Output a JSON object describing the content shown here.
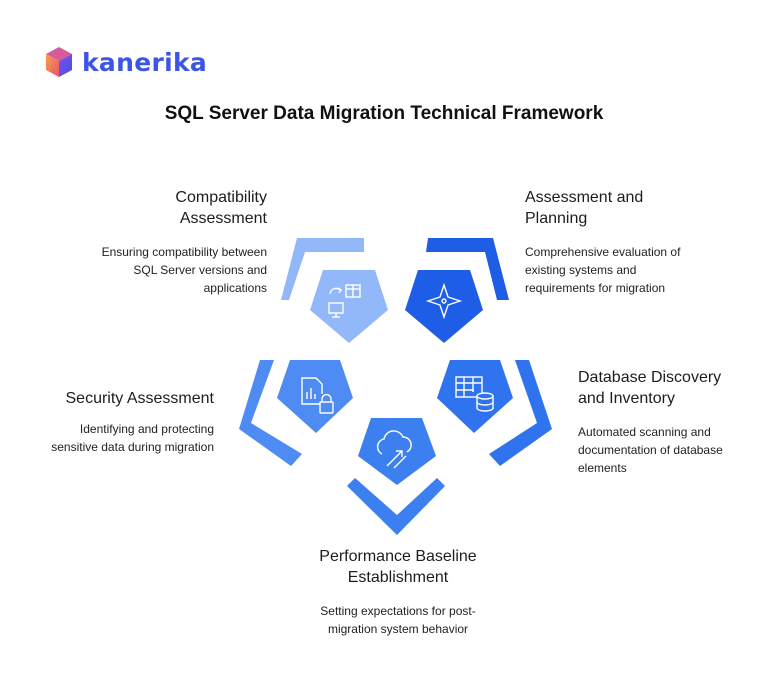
{
  "brand": {
    "name": "kanerika"
  },
  "title": "SQL Server Data Migration Technical Framework",
  "steps": [
    {
      "heading_lines": [
        "Compatibility",
        "Assessment"
      ],
      "desc_lines": [
        "Ensuring compatibility between",
        "SQL Server versions and",
        "applications"
      ],
      "icon": "transfer-table-monitor-icon",
      "color": "#93b8fa"
    },
    {
      "heading_lines": [
        "Assessment and",
        "Planning"
      ],
      "desc_lines": [
        "Comprehensive evaluation of",
        "existing systems and",
        "requirements for migration"
      ],
      "icon": "compass-star-icon",
      "color": "#1e5ee6"
    },
    {
      "heading_lines": [
        "Database Discovery",
        "and Inventory"
      ],
      "desc_lines": [
        "Automated scanning and",
        "documentation of database",
        "elements"
      ],
      "icon": "table-database-icon",
      "color": "#2f73ee"
    },
    {
      "heading_lines": [
        "Performance Baseline",
        "Establishment"
      ],
      "desc_lines": [
        "Setting expectations for post-",
        "migration system behavior"
      ],
      "icon": "cloud-upload-icon",
      "color": "#3c80f0"
    },
    {
      "heading_lines": [
        "Security Assessment"
      ],
      "desc_lines": [
        "Identifying and protecting",
        "sensitive data during migration"
      ],
      "icon": "report-lock-icon",
      "color": "#4e8cf4"
    }
  ],
  "colors": {
    "brand_text": "#3b55e6",
    "logo_left": "#f08a5d",
    "logo_right": "#6a4de8"
  }
}
